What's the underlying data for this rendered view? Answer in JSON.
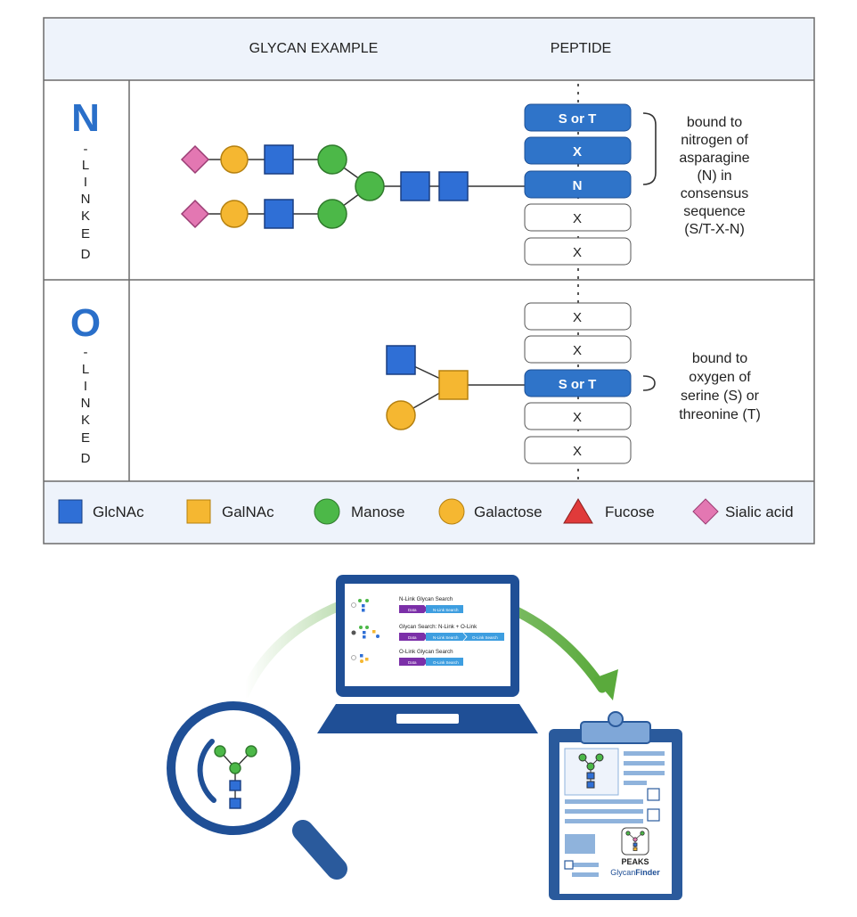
{
  "header": {
    "glycan_col": "GLYCAN EXAMPLE",
    "peptide_col": "PEPTIDE"
  },
  "n_linked": {
    "letter": "N",
    "vertical_label": [
      "-",
      "L",
      "I",
      "N",
      "K",
      "E",
      "D"
    ],
    "residues": [
      "S or T",
      "X",
      "N",
      "X",
      "X"
    ],
    "description": [
      "bound to",
      "nitrogen of",
      "asparagine",
      "(N) in",
      "consensus",
      "sequence",
      "(S/T-X-N)"
    ]
  },
  "o_linked": {
    "letter": "O",
    "vertical_label": [
      "-",
      "L",
      "I",
      "N",
      "K",
      "E",
      "D"
    ],
    "residues": [
      "X",
      "X",
      "S or T",
      "X",
      "X"
    ],
    "description": [
      "bound to",
      "oxygen of",
      "serine (S) or",
      "threonine (T)"
    ]
  },
  "legend": {
    "items": [
      {
        "label": "GlcNAc",
        "shape": "square",
        "color": "#2f6fd6"
      },
      {
        "label": "GalNAc",
        "shape": "square",
        "color": "#f5b731"
      },
      {
        "label": "Manose",
        "shape": "circle",
        "color": "#4cb848"
      },
      {
        "label": "Galactose",
        "shape": "circle",
        "color": "#f5b731"
      },
      {
        "label": "Fucose",
        "shape": "triangle",
        "color": "#e03a3a"
      },
      {
        "label": "Sialic acid",
        "shape": "diamond",
        "color": "#e377b2"
      }
    ]
  },
  "laptop": {
    "rows": [
      {
        "title": "N-Link Glycan Search",
        "tag": "Data",
        "step": "N-Link Search"
      },
      {
        "title": "Glycan Search: N-Link + O-Link",
        "tag": "Data",
        "step": "N-Link Search",
        "step2": "O-Link Search"
      },
      {
        "title": "O-Link Glycan Search",
        "tag": "Data",
        "step": "O-Link Search"
      }
    ]
  },
  "report": {
    "brand_top": "PEAKS",
    "brand_name_a": "Glycan",
    "brand_name_b": "Finder"
  },
  "colors": {
    "residue_fill": "#2f74c9",
    "panel_bg": "#eef3fb",
    "border": "#6b6b6b",
    "accent_blue": "#2a6fc9",
    "navy": "#1f4f96",
    "arrow_green": "#5aaa3c",
    "purple": "#7b2fa8"
  }
}
